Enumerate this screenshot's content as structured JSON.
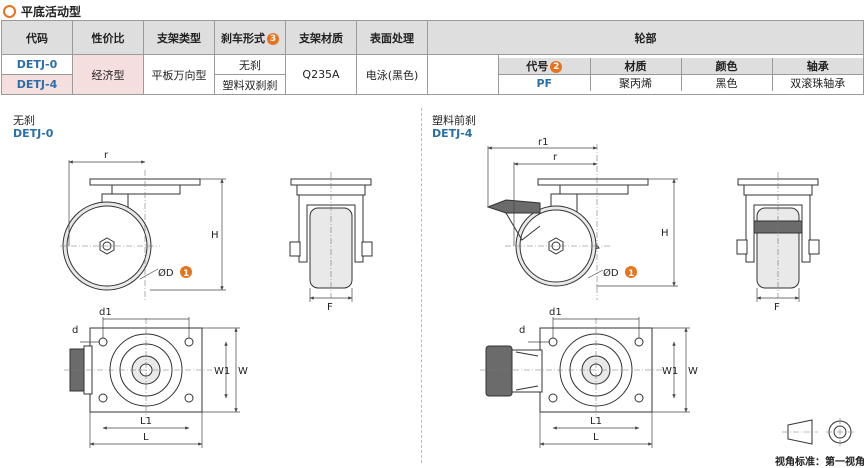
{
  "heading": "平底活动型",
  "table": {
    "headers": {
      "code": "代码",
      "grade": "性价比",
      "bracket_type": "支架类型",
      "brake_form": "刹车形式",
      "brake_badge": "3",
      "bracket_material": "支架材质",
      "surface": "表面处理",
      "wheel": "轮部"
    },
    "rows": {
      "code_a": "DETJ-0",
      "code_b": "DETJ-4",
      "grade": "经济型",
      "bracket_type": "平板万向型",
      "brake_a": "无刹",
      "brake_b": "塑料双刹刹",
      "bracket_material": "Q235A",
      "surface": "电泳(黑色)"
    },
    "wheel": {
      "h_code": "代号",
      "h_code_badge": "2",
      "h_material": "材质",
      "h_color": "颜色",
      "h_bearing": "轴承",
      "code": "PF",
      "material": "聚丙烯",
      "color": "黑色",
      "bearing": "双滚珠轴承"
    }
  },
  "left_section": {
    "label": "无刹",
    "code": "DETJ-0"
  },
  "right_section": {
    "label": "塑料前刹",
    "code": "DETJ-4"
  },
  "dimensions": {
    "r": "r",
    "r1": "r1",
    "H": "H",
    "D": "ØD",
    "D_badge": "1",
    "F": "F",
    "d": "d",
    "d1": "d1",
    "W": "W",
    "W1": "W1",
    "L": "L",
    "L1": "L1"
  },
  "view_standard": "视角标准：第一视角",
  "colors": {
    "accent": "#e8731d",
    "code_blue": "#2b6fa8",
    "header_gray": "#dedede",
    "highlight_pink": "#f4dede"
  }
}
